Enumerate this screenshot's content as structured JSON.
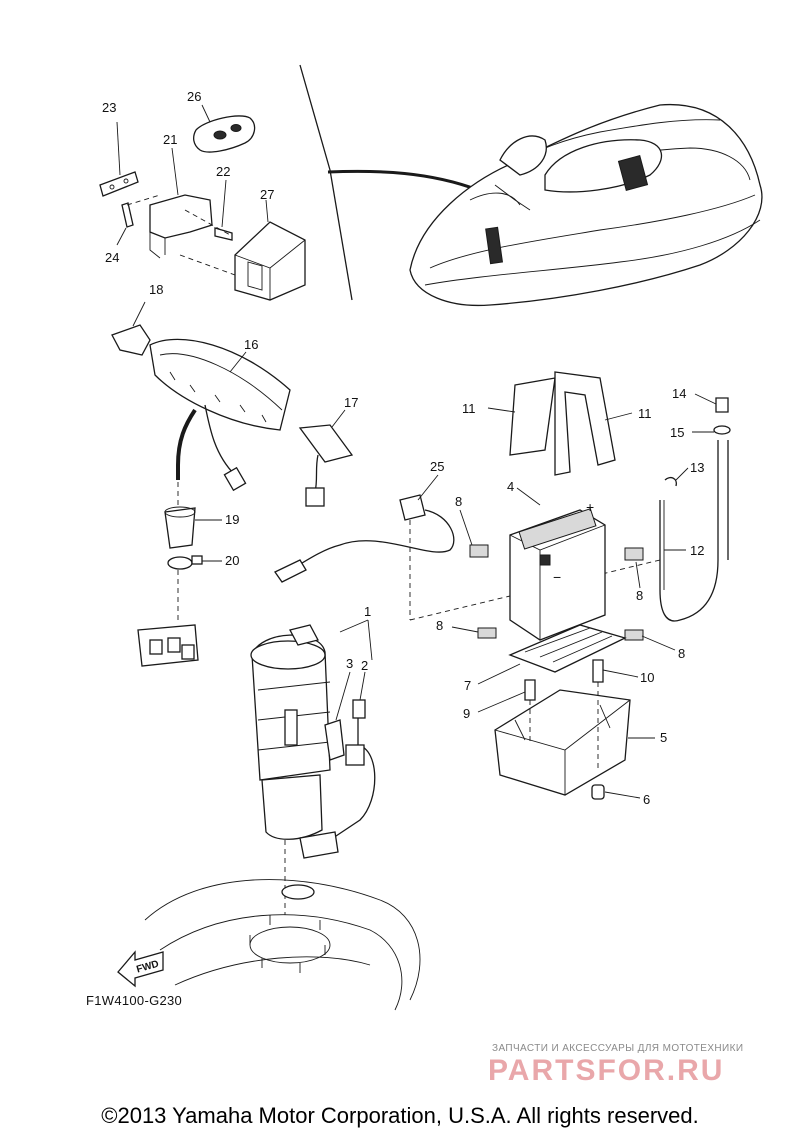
{
  "diagram": {
    "callouts": [
      {
        "id": "c1",
        "label": "1"
      },
      {
        "id": "c2",
        "label": "2"
      },
      {
        "id": "c3",
        "label": "3"
      },
      {
        "id": "c4",
        "label": "4"
      },
      {
        "id": "c5",
        "label": "5"
      },
      {
        "id": "c6",
        "label": "6"
      },
      {
        "id": "c7",
        "label": "7"
      },
      {
        "id": "c8a",
        "label": "8"
      },
      {
        "id": "c8b",
        "label": "8"
      },
      {
        "id": "c8c",
        "label": "8"
      },
      {
        "id": "c8d",
        "label": "8"
      },
      {
        "id": "c9",
        "label": "9"
      },
      {
        "id": "c10",
        "label": "10"
      },
      {
        "id": "c11a",
        "label": "11"
      },
      {
        "id": "c11b",
        "label": "11"
      },
      {
        "id": "c12",
        "label": "12"
      },
      {
        "id": "c13",
        "label": "13"
      },
      {
        "id": "c14",
        "label": "14"
      },
      {
        "id": "c15",
        "label": "15"
      },
      {
        "id": "c16",
        "label": "16"
      },
      {
        "id": "c17",
        "label": "17"
      },
      {
        "id": "c18",
        "label": "18"
      },
      {
        "id": "c19",
        "label": "19"
      },
      {
        "id": "c20",
        "label": "20"
      },
      {
        "id": "c21",
        "label": "21"
      },
      {
        "id": "c22",
        "label": "22"
      },
      {
        "id": "c23",
        "label": "23"
      },
      {
        "id": "c24",
        "label": "24"
      },
      {
        "id": "c25",
        "label": "25"
      },
      {
        "id": "c26",
        "label": "26"
      },
      {
        "id": "c27",
        "label": "27"
      }
    ],
    "fwd_label": "FWD",
    "battery_plus": "+",
    "battery_minus": "−",
    "diagram_code": "F1W4100-G230"
  },
  "watermark": {
    "subtitle": "ЗАПЧАСТИ И АКСЕССУАРЫ ДЛЯ МОТОТЕХНИКИ",
    "logo": "PARTSFOR.RU",
    "logo_color": "#e9a7aa"
  },
  "footer": {
    "copyright": "©2013 Yamaha Motor Corporation, U.S.A. All rights reserved."
  }
}
